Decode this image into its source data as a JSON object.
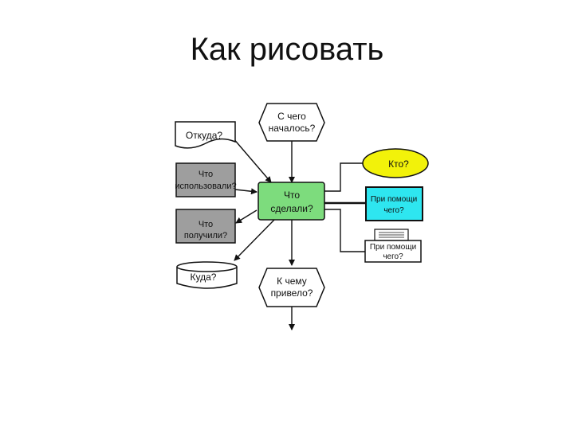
{
  "slide": {
    "title": "Как рисовать"
  },
  "nodes": {
    "start": {
      "line1": "С чего",
      "line2": "началось?"
    },
    "source": {
      "line1": "Откуда?"
    },
    "used": {
      "line1": "Что",
      "line2": "использовали?"
    },
    "center": {
      "line1": "Что",
      "line2": "сделали?"
    },
    "got": {
      "line1": "Что",
      "line2": "получили?"
    },
    "where": {
      "line1": "Куда?"
    },
    "result": {
      "line1": "К чему",
      "line2": "привело?"
    },
    "who": {
      "line1": "Кто?"
    },
    "tool1": {
      "line1": "При помощи",
      "line2": "чего?"
    },
    "tool2": {
      "line1": "При помощи",
      "line2": "чего?"
    }
  },
  "colors": {
    "center_fill": "#7ddc7d",
    "who_fill": "#f2f20a",
    "tool1_fill": "#2ee6f0",
    "gray_fill": "#9e9e9e"
  }
}
